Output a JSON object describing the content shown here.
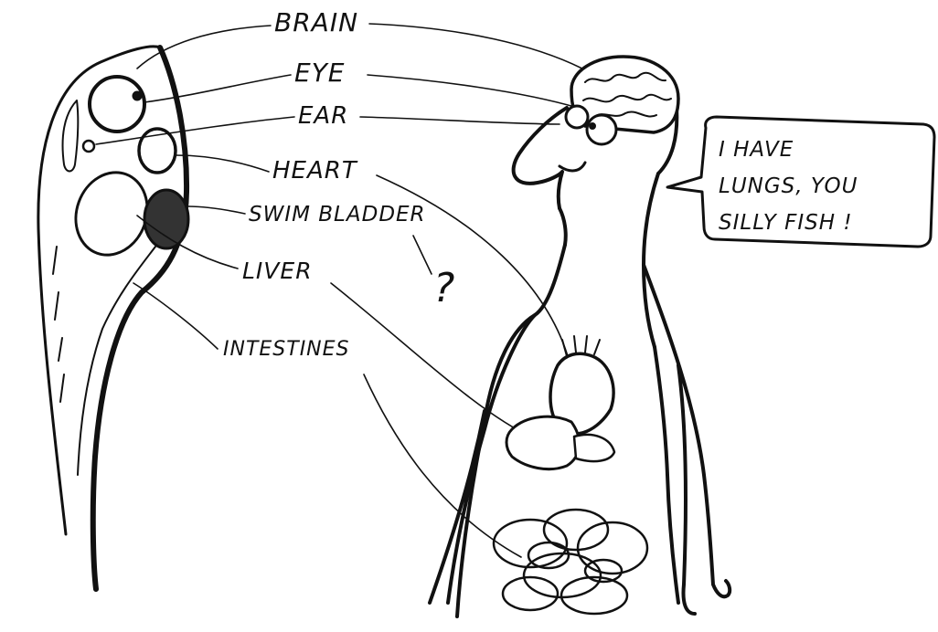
{
  "labels": {
    "brain": "BRAIN",
    "eye": "EYE",
    "ear": "EAR",
    "heart": "HEART",
    "swim_bladder": "SWIM BLADDER",
    "liver": "LIVER",
    "intestines": "INTESTINES"
  },
  "question_mark": "?",
  "speech_bubble": {
    "line1": "I HAVE",
    "line2": "LUNGS, YOU",
    "line3": "SILLY FISH !"
  }
}
